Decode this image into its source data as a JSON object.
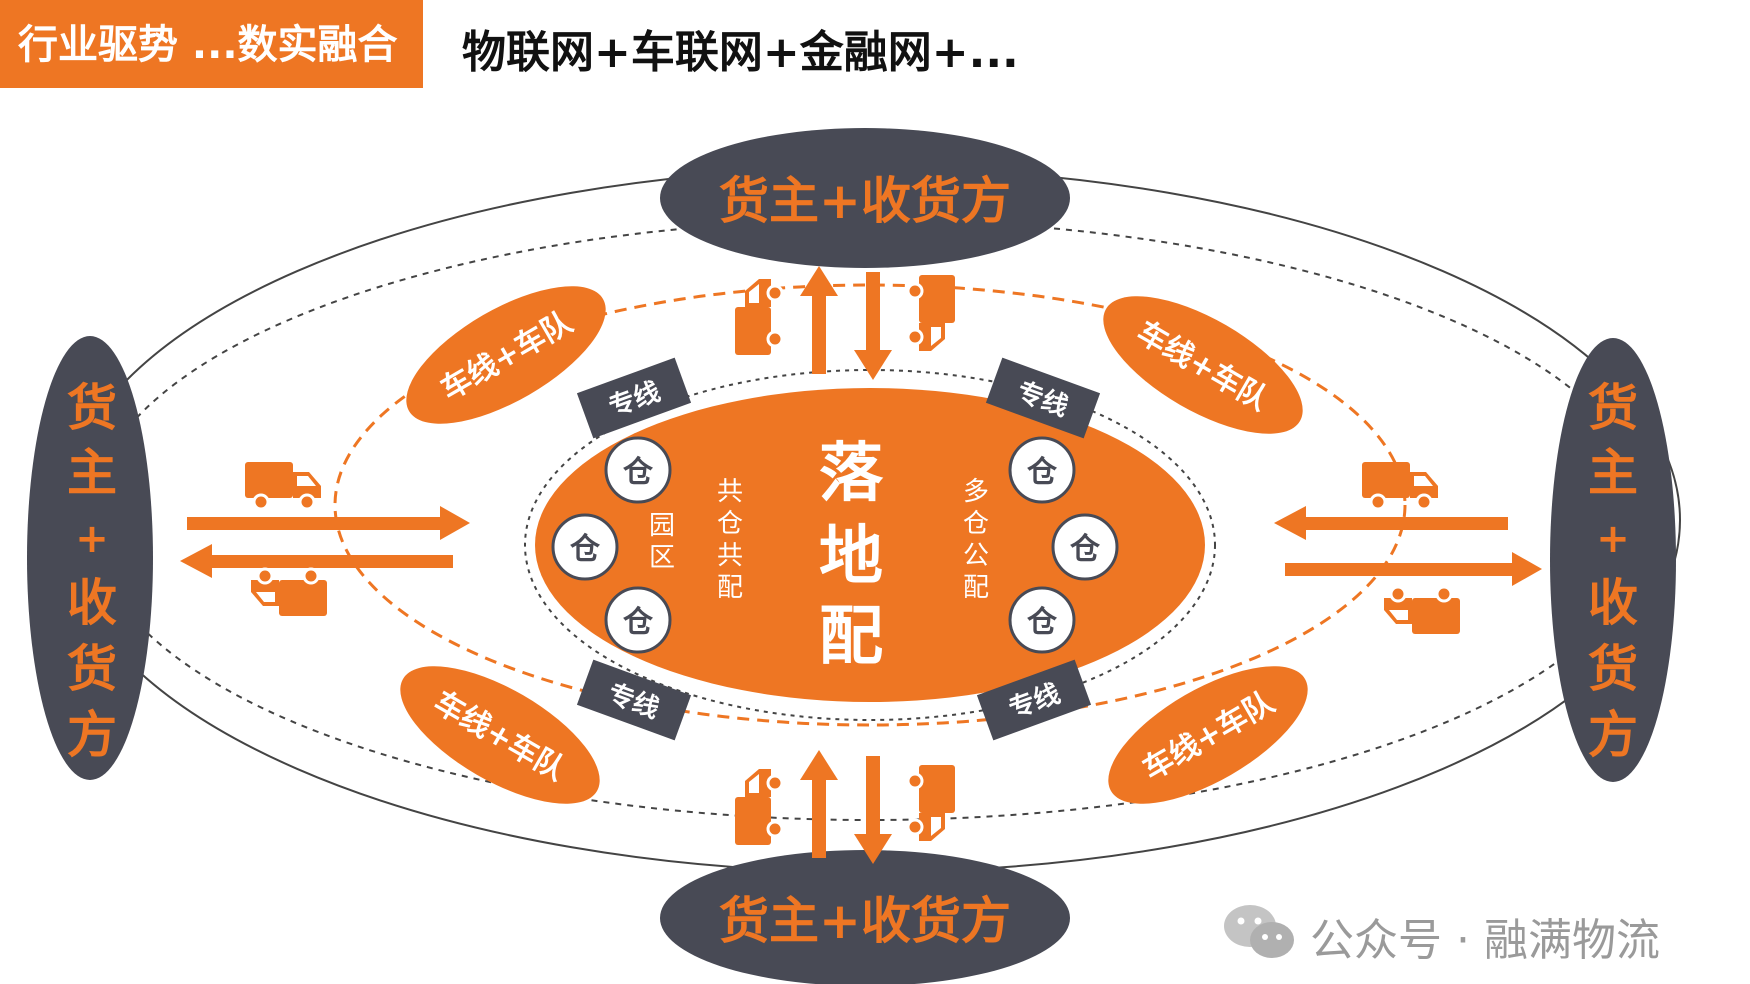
{
  "header": {
    "title": "行业驱势 ...数实融合",
    "subtitle": "物联网+车联网+金融网+..."
  },
  "colors": {
    "orange": "#ee7623",
    "dark": "#484a55",
    "white": "#ffffff"
  },
  "outer_nodes": {
    "top": "货主+收货方",
    "bottom": "货主+收货方",
    "left": [
      "货",
      "主",
      "+",
      "收",
      "货",
      "方"
    ],
    "right": [
      "货",
      "主",
      "+",
      "收",
      "货",
      "方"
    ]
  },
  "ring_labels": [
    "车线+车队",
    "车线+车队",
    "车线+车队",
    "车线+车队"
  ],
  "zhuanxian": [
    "专线",
    "专线",
    "专线",
    "专线"
  ],
  "center": {
    "title_chars": [
      "落",
      "地",
      "配"
    ],
    "left_col1": [
      "园",
      "区"
    ],
    "left_col2": [
      "共",
      "仓",
      "共",
      "配"
    ],
    "right_col": [
      "多",
      "仓",
      "公",
      "配"
    ],
    "warehouse": "仓"
  },
  "icons": [
    "truck-icon",
    "arrow-icon",
    "wechat-icon"
  ],
  "watermark": "公众号 · 融满物流"
}
